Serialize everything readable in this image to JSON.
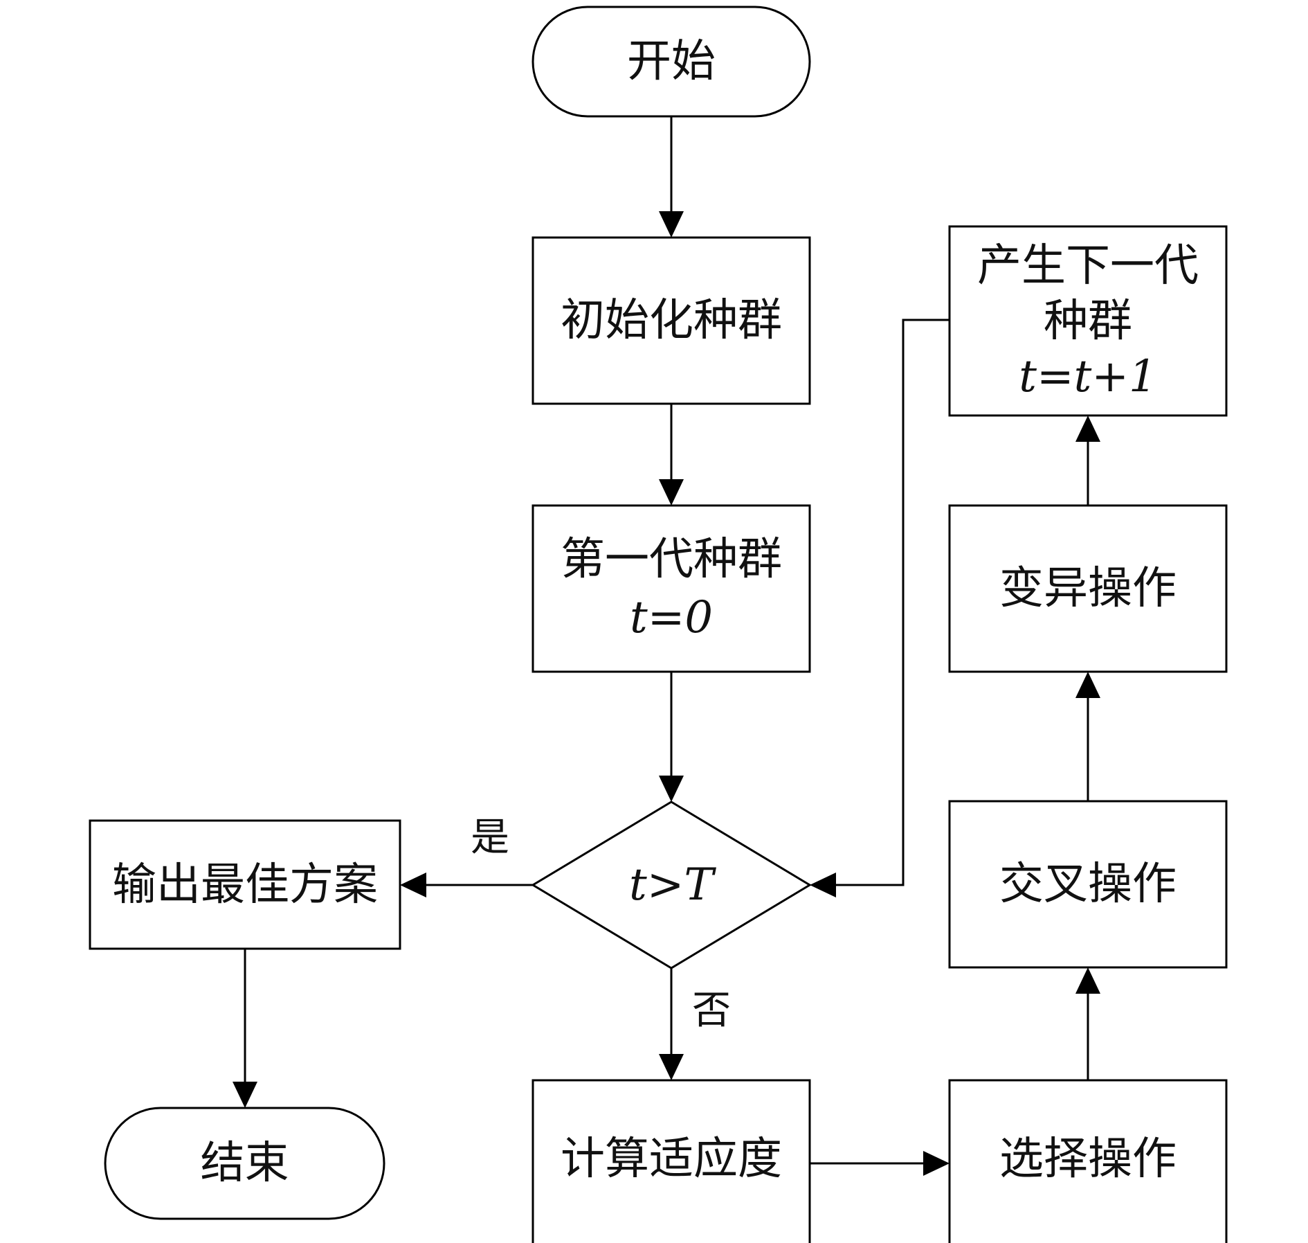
{
  "nodes": {
    "start": {
      "label": "开始"
    },
    "init": {
      "label": "初始化种群"
    },
    "first_gen": {
      "label": "第一代种群",
      "formula": "t=0"
    },
    "decision": {
      "formula": "t>T"
    },
    "output": {
      "label": "输出最佳方案"
    },
    "end": {
      "label": "结束"
    },
    "fitness": {
      "label": "计算适应度"
    },
    "selection": {
      "label": "选择操作"
    },
    "crossover": {
      "label": "交叉操作"
    },
    "mutation": {
      "label": "变异操作"
    },
    "next_gen": {
      "label1": "产生下一代",
      "label2": "种群",
      "formula": "t=t+1"
    }
  },
  "edges": {
    "yes_label": "是",
    "no_label": "否"
  }
}
